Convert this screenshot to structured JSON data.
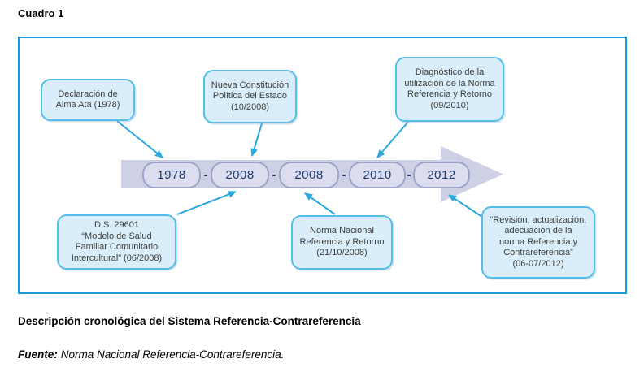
{
  "figure_label": "Cuadro 1",
  "diagram": {
    "timeline": {
      "years": [
        "1978",
        "2008",
        "2008",
        "2010",
        "2012"
      ],
      "separator": "-"
    },
    "callouts": [
      {
        "id": "alma-ata",
        "text": "Declaración de\nAlma Ata (1978)"
      },
      {
        "id": "nueva-constitucion",
        "text": "Nueva Constitución\nPolítica del Estado\n(10/2008)"
      },
      {
        "id": "diagnostico",
        "text": "Diagnóstico de la\nutilización de la Norma\nReferencia y Retorno\n(09/2010)"
      },
      {
        "id": "ds-29601",
        "text": "D.S. 29601\n“Modelo de Salud\nFamiliar Comunitario\nIntercultural” (06/2008)"
      },
      {
        "id": "norma-nacional",
        "text": "Norma Nacional\nReferencia y Retorno\n(21/10/2008)"
      },
      {
        "id": "revision",
        "text": "“Revisión, actualización,\nadecuación de la\nnorma Referencia y\nContrareferencia”\n(06-07/2012)"
      }
    ]
  },
  "caption": "Descripción cronológica del Sistema Referencia-Contrareferencia",
  "source": {
    "label": "Fuente:",
    "text": "Norma Nacional Referencia-Contrareferencia."
  },
  "colors": {
    "frame_border": "#1b9cd8",
    "band_fill": "#ced1e6",
    "yearbox_fill": "#dcdeef",
    "yearbox_border": "#9ba3c9",
    "year_text": "#1e3a6e",
    "callout_fill": "#d9eefa",
    "callout_border": "#55bee8",
    "callout_text": "#3d3d3d",
    "arrow": "#29a8e0"
  }
}
